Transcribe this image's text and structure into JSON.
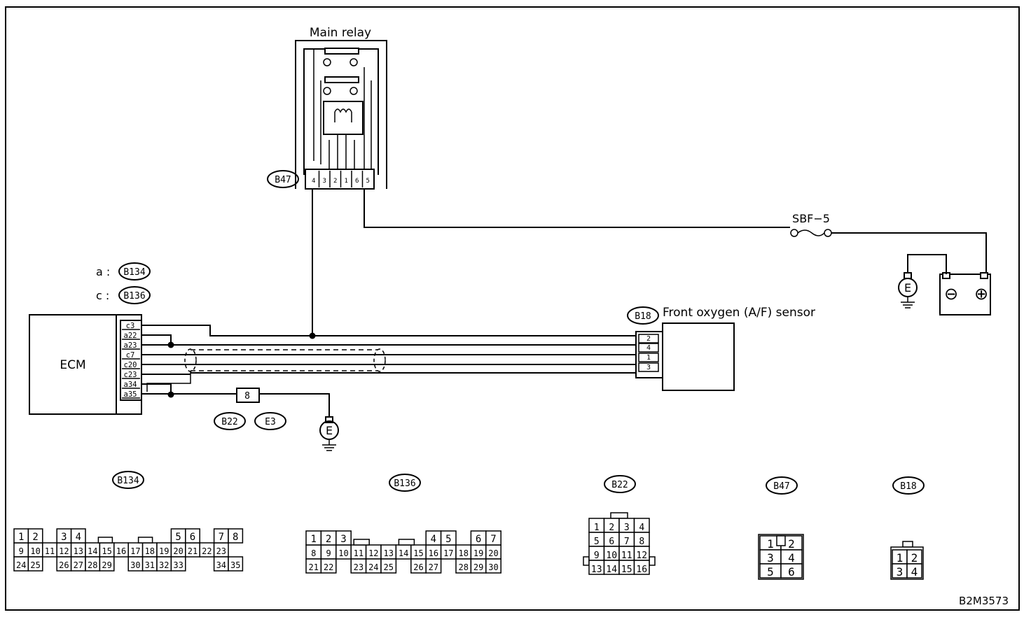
{
  "main_relay": {
    "title": "Main relay",
    "connector": "B47",
    "pins": [
      "4",
      "3",
      "2",
      "1",
      "6",
      "5"
    ]
  },
  "fuse": {
    "label": "SBF−5"
  },
  "ground_label": "E",
  "battery": {
    "neg": "⊖",
    "pos": "⊕"
  },
  "ecm": {
    "label": "ECM",
    "connector_a": {
      "prefix": "a :",
      "id": "B134"
    },
    "connector_c": {
      "prefix": "c :",
      "id": "B136"
    },
    "pins": [
      "c3",
      "a22",
      "a23",
      "c7",
      "c20",
      "c23",
      "a34",
      "a35"
    ]
  },
  "sensor": {
    "label": "Front oxygen (A/F) sensor",
    "connector": "B18",
    "pins": [
      "2",
      "4",
      "1",
      "3"
    ]
  },
  "joint": {
    "pin": "8",
    "connector": "B22",
    "connector2": "E3"
  },
  "connector_views": {
    "b134": {
      "label": "B134",
      "row1": [
        "1",
        "2",
        "3",
        "4",
        "5",
        "6",
        "7",
        "8"
      ],
      "row2": [
        "9",
        "10",
        "11",
        "12",
        "13",
        "14",
        "15",
        "16",
        "17",
        "18",
        "19",
        "20",
        "21",
        "22",
        "23"
      ],
      "row3": [
        "24",
        "25",
        "26",
        "27",
        "28",
        "29",
        "30",
        "31",
        "32",
        "33",
        "34",
        "35"
      ]
    },
    "b136": {
      "label": "B136",
      "row1": [
        "1",
        "2",
        "3",
        "4",
        "5",
        "6",
        "7"
      ],
      "row2": [
        "8",
        "9",
        "10",
        "11",
        "12",
        "13",
        "14",
        "15",
        "16",
        "17",
        "18",
        "19",
        "20"
      ],
      "row3": [
        "21",
        "22",
        "23",
        "24",
        "25",
        "26",
        "27",
        "28",
        "29",
        "30"
      ]
    },
    "b22": {
      "label": "B22",
      "rows": [
        [
          "1",
          "2",
          "3",
          "4"
        ],
        [
          "5",
          "6",
          "7",
          "8"
        ],
        [
          "9",
          "10",
          "11",
          "12"
        ],
        [
          "13",
          "14",
          "15",
          "16"
        ]
      ]
    },
    "b47": {
      "label": "B47",
      "rows": [
        [
          "1",
          "2"
        ],
        [
          "3",
          "4"
        ],
        [
          "5",
          "6"
        ]
      ]
    },
    "b18": {
      "label": "B18",
      "rows": [
        [
          "1",
          "2"
        ],
        [
          "3",
          "4"
        ]
      ]
    }
  },
  "figure_id": "B2M3573"
}
